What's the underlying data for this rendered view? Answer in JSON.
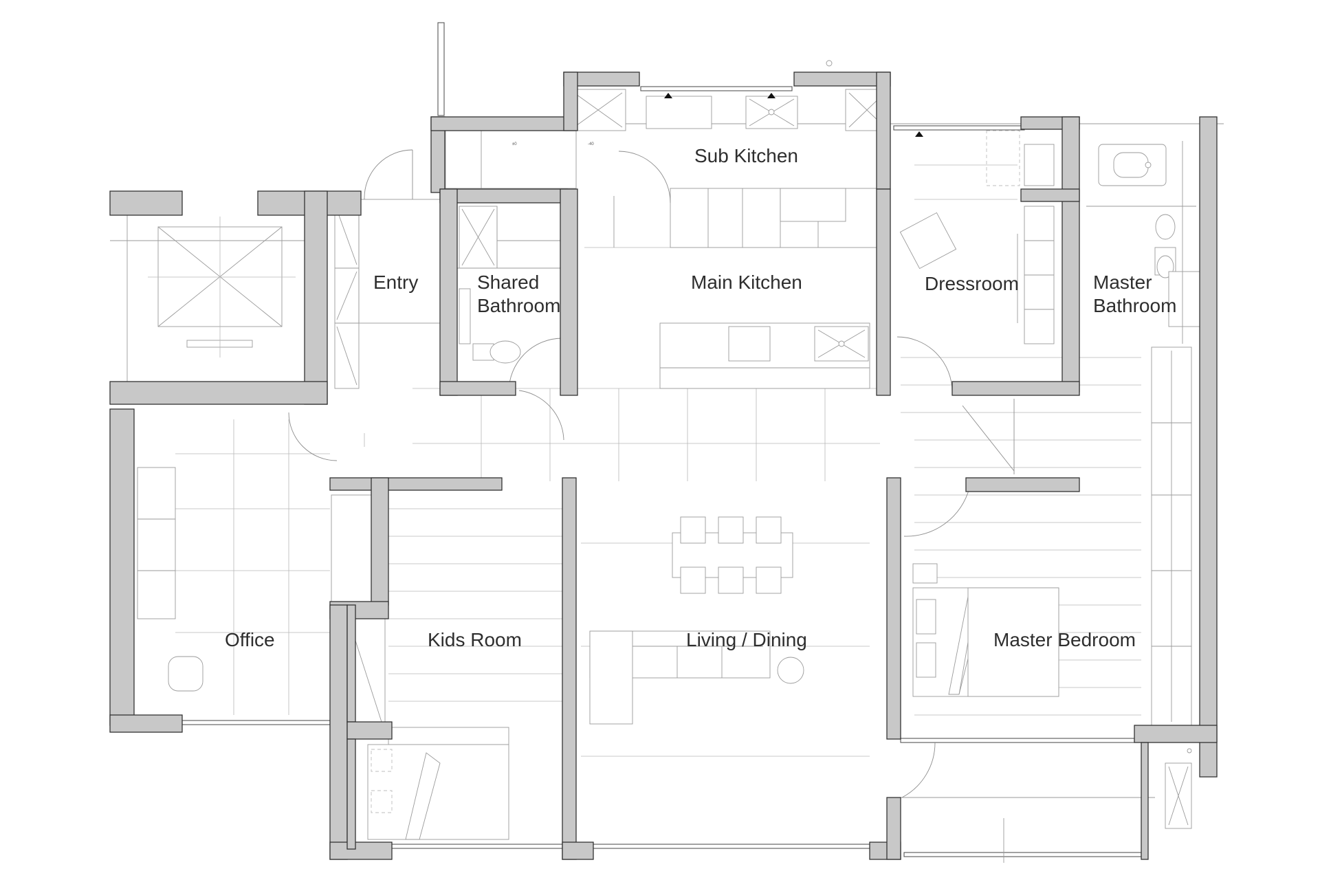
{
  "rooms": {
    "sub_kitchen": "Sub Kitchen",
    "entry": "Entry",
    "shared_bathroom_line1": "Shared",
    "shared_bathroom_line2": "Bathroom",
    "main_kitchen": "Main Kitchen",
    "dressroom": "Dressroom",
    "master_bathroom_line1": "Master",
    "master_bathroom_line2": "Bathroom",
    "office": "Office",
    "kids_room": "Kids Room",
    "living_dining": "Living / Dining",
    "master_bedroom": "Master Bedroom"
  },
  "colors": {
    "wall_fill": "#c8c8c8",
    "wall_outline": "#333333",
    "line": "#9a9a9a",
    "label": "#2e2e2e",
    "background": "#ffffff"
  }
}
